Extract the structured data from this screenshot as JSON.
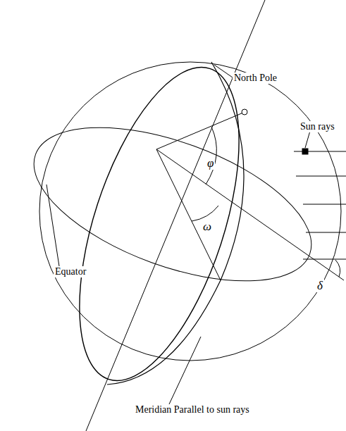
{
  "diagram": {
    "labels": [
      "North Pole",
      "Sun rays",
      "φ",
      "ω",
      "δ",
      "Equator",
      "Meridian Parallel to sun rays"
    ]
  }
}
